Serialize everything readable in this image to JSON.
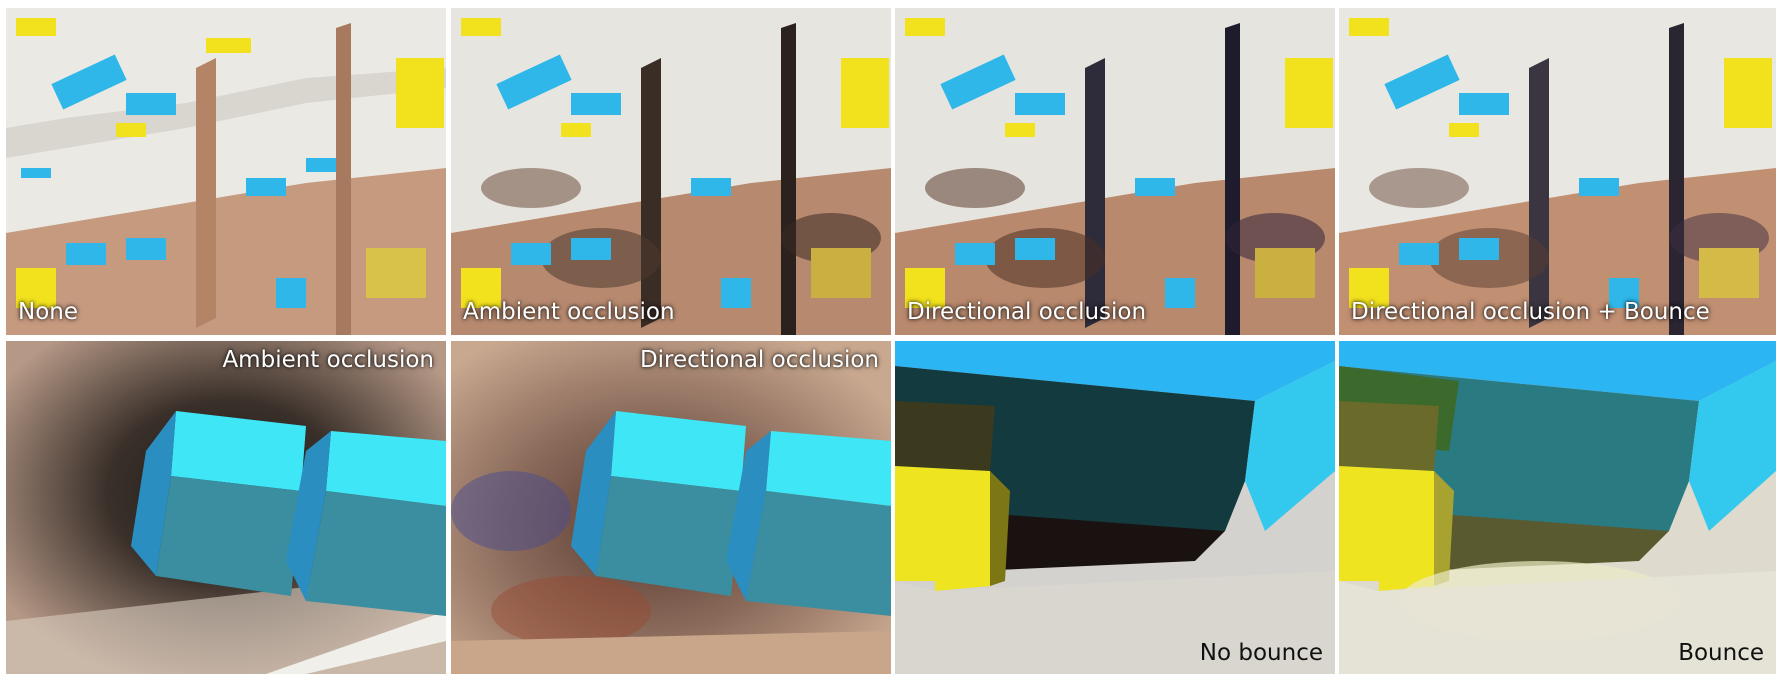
{
  "top_row": [
    {
      "label": "None"
    },
    {
      "label": "Ambient occlusion"
    },
    {
      "label": "Directional occlusion"
    },
    {
      "label": "Directional occlusion + Bounce"
    }
  ],
  "bottom_row": [
    {
      "label": "Ambient occlusion"
    },
    {
      "label": "Directional occlusion"
    },
    {
      "label": "No bounce"
    },
    {
      "label": "Bounce"
    }
  ],
  "colors": {
    "roof": "#e8e6e0",
    "wall": "#c89a7e",
    "cyan": "#2fb7ea",
    "yellow": "#f2e21e",
    "shadow": "#2a2522"
  }
}
